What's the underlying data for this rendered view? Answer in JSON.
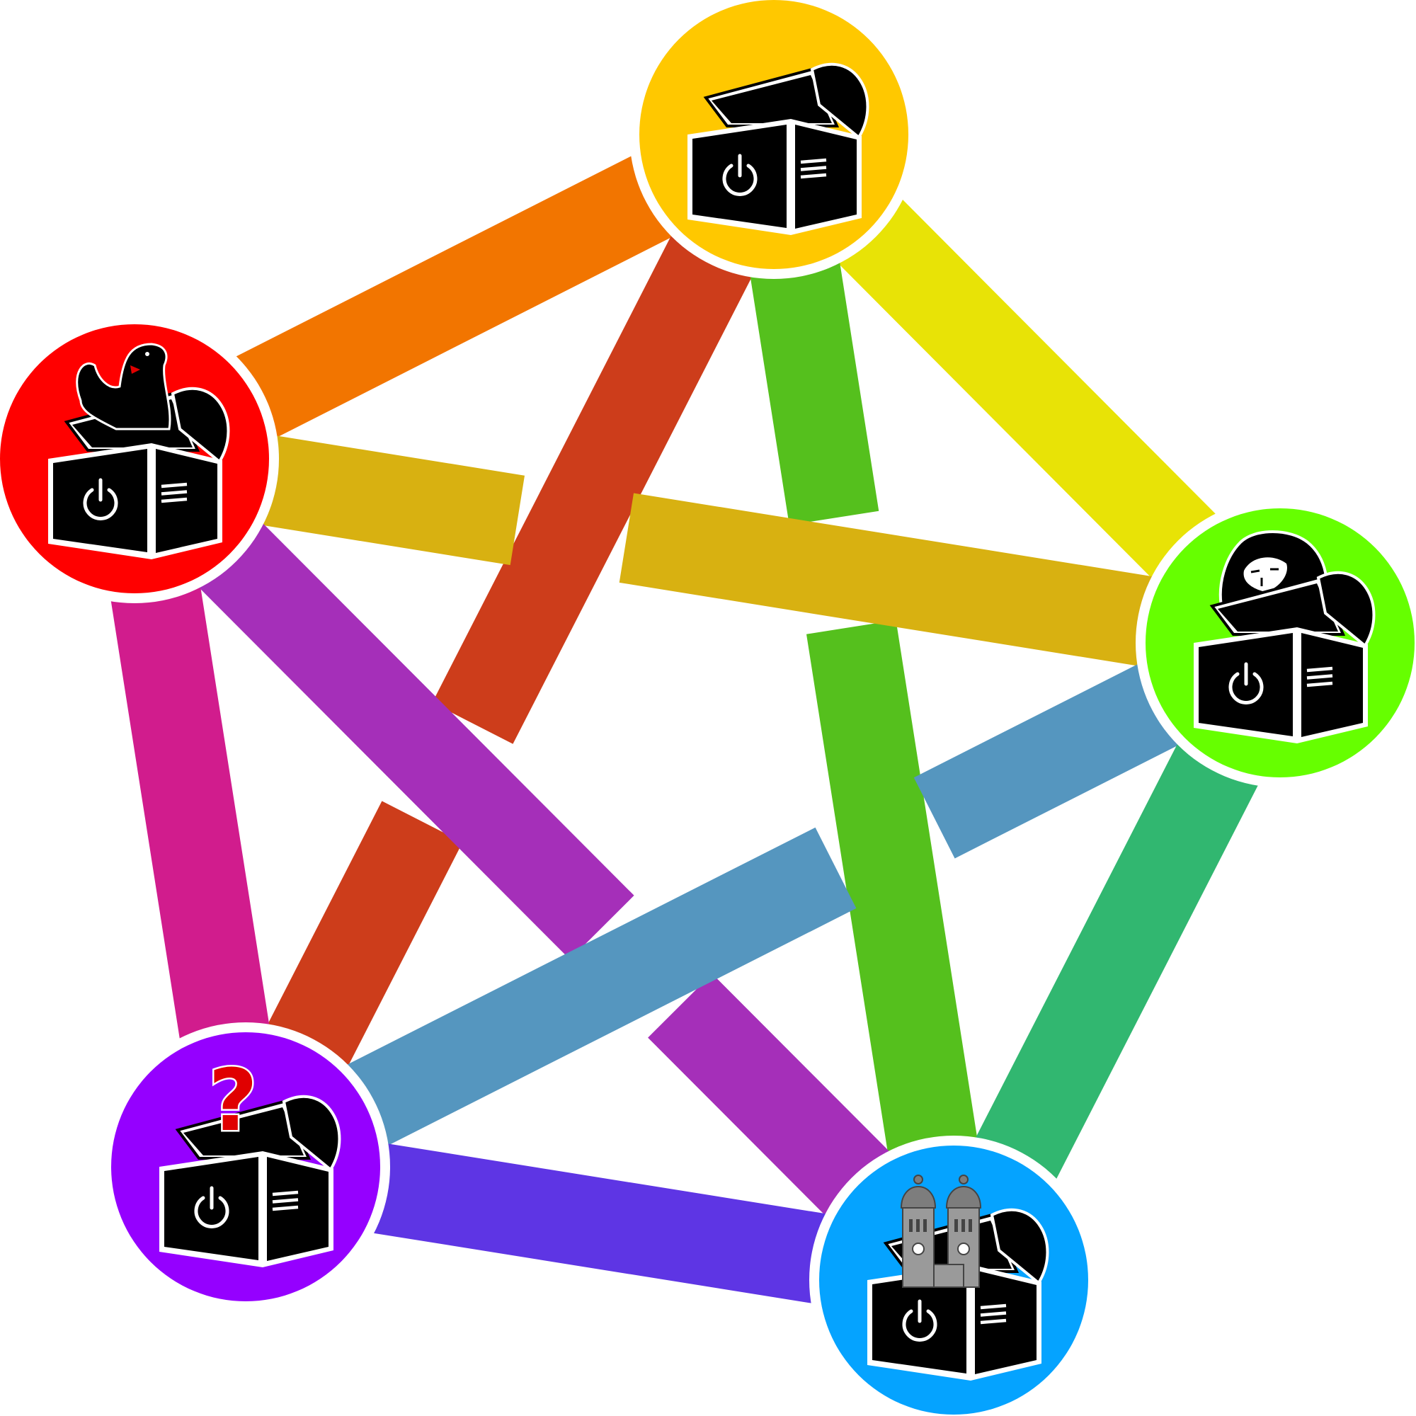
{
  "canvas": {
    "background": "#ffffff"
  },
  "nodes": [
    {
      "id": "top",
      "color": "#FFC800",
      "emblem": "none"
    },
    {
      "id": "left",
      "color": "#FF0000",
      "emblem": "bear"
    },
    {
      "id": "right",
      "color": "#66FF00",
      "emblem": "portrait"
    },
    {
      "id": "bottom-right",
      "color": "#05A3FF",
      "emblem": "twin-towers"
    },
    {
      "id": "bottom-left",
      "color": "#9500FF",
      "emblem": "question-mark"
    }
  ],
  "links": [
    {
      "from": "top",
      "to": "left",
      "color": "#F27500"
    },
    {
      "from": "top",
      "to": "right",
      "color": "#E8E306"
    },
    {
      "from": "top",
      "to": "bottom-left",
      "color": "#CD3D1B"
    },
    {
      "from": "top",
      "to": "bottom-right",
      "color": "#55C01D"
    },
    {
      "from": "left",
      "to": "right",
      "color": "#D8B111"
    },
    {
      "from": "left",
      "to": "bottom-left",
      "color": "#D11C8D"
    },
    {
      "from": "left",
      "to": "bottom-right",
      "color": "#A52FB9"
    },
    {
      "from": "right",
      "to": "bottom-left",
      "color": "#5596BF"
    },
    {
      "from": "right",
      "to": "bottom-right",
      "color": "#31B770"
    },
    {
      "from": "bottom-left",
      "to": "bottom-right",
      "color": "#5E35E4"
    }
  ],
  "emblems": {
    "question_mark": {
      "glyph": "?",
      "color": "#E00000"
    }
  }
}
